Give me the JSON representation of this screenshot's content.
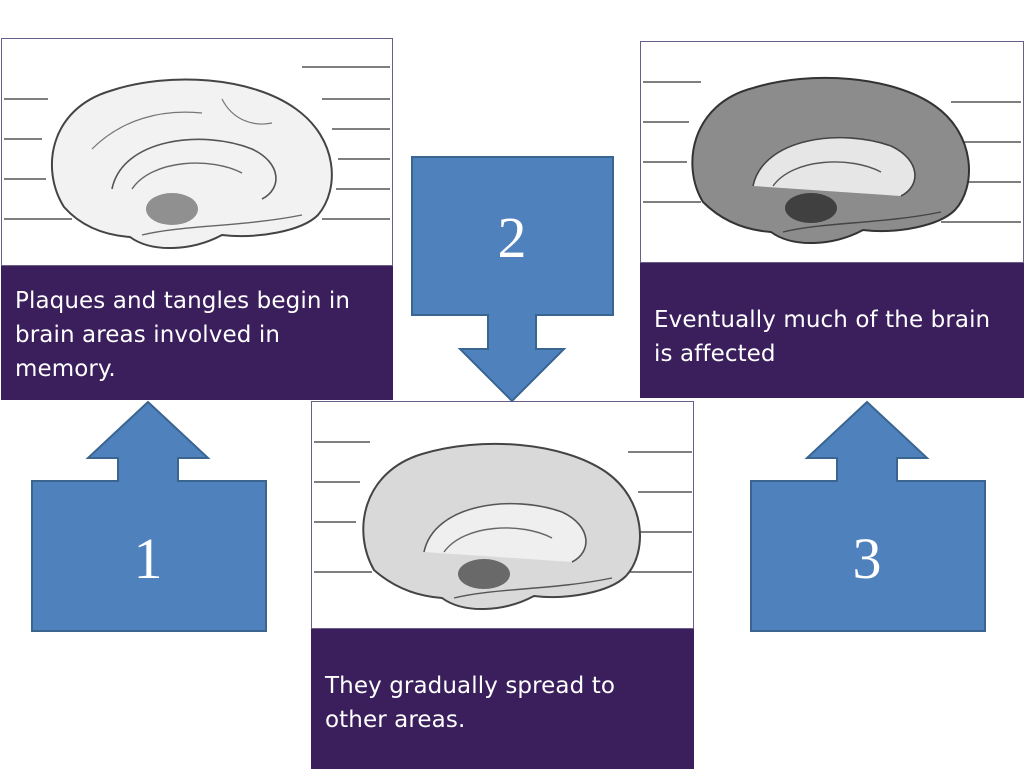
{
  "panels": {
    "first": {
      "caption": "Plaques and tangles begin in brain areas involved in memory."
    },
    "second": {
      "caption": "They gradually spread to other areas."
    },
    "third": {
      "caption": "Eventually much of the brain is affected"
    }
  },
  "steps": {
    "one": "1",
    "two": "2",
    "three": "3"
  },
  "colors": {
    "caption_bg": "#3a1f5c",
    "arrow_fill": "#4f81bd",
    "arrow_stroke": "#3a6591"
  },
  "icons": {
    "brain": "brain-illustration"
  }
}
